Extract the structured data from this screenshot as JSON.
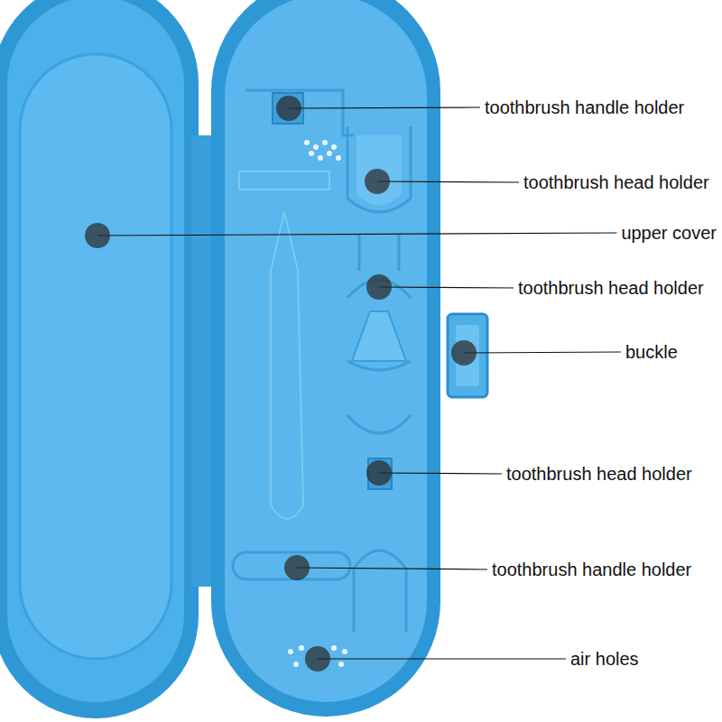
{
  "diagram": {
    "labels": [
      "toothbrush handle holder",
      "toothbrush head holder",
      "upper cover",
      "toothbrush head holder",
      "buckle",
      "toothbrush head holder",
      "toothbrush handle holder",
      "air holes"
    ]
  }
}
